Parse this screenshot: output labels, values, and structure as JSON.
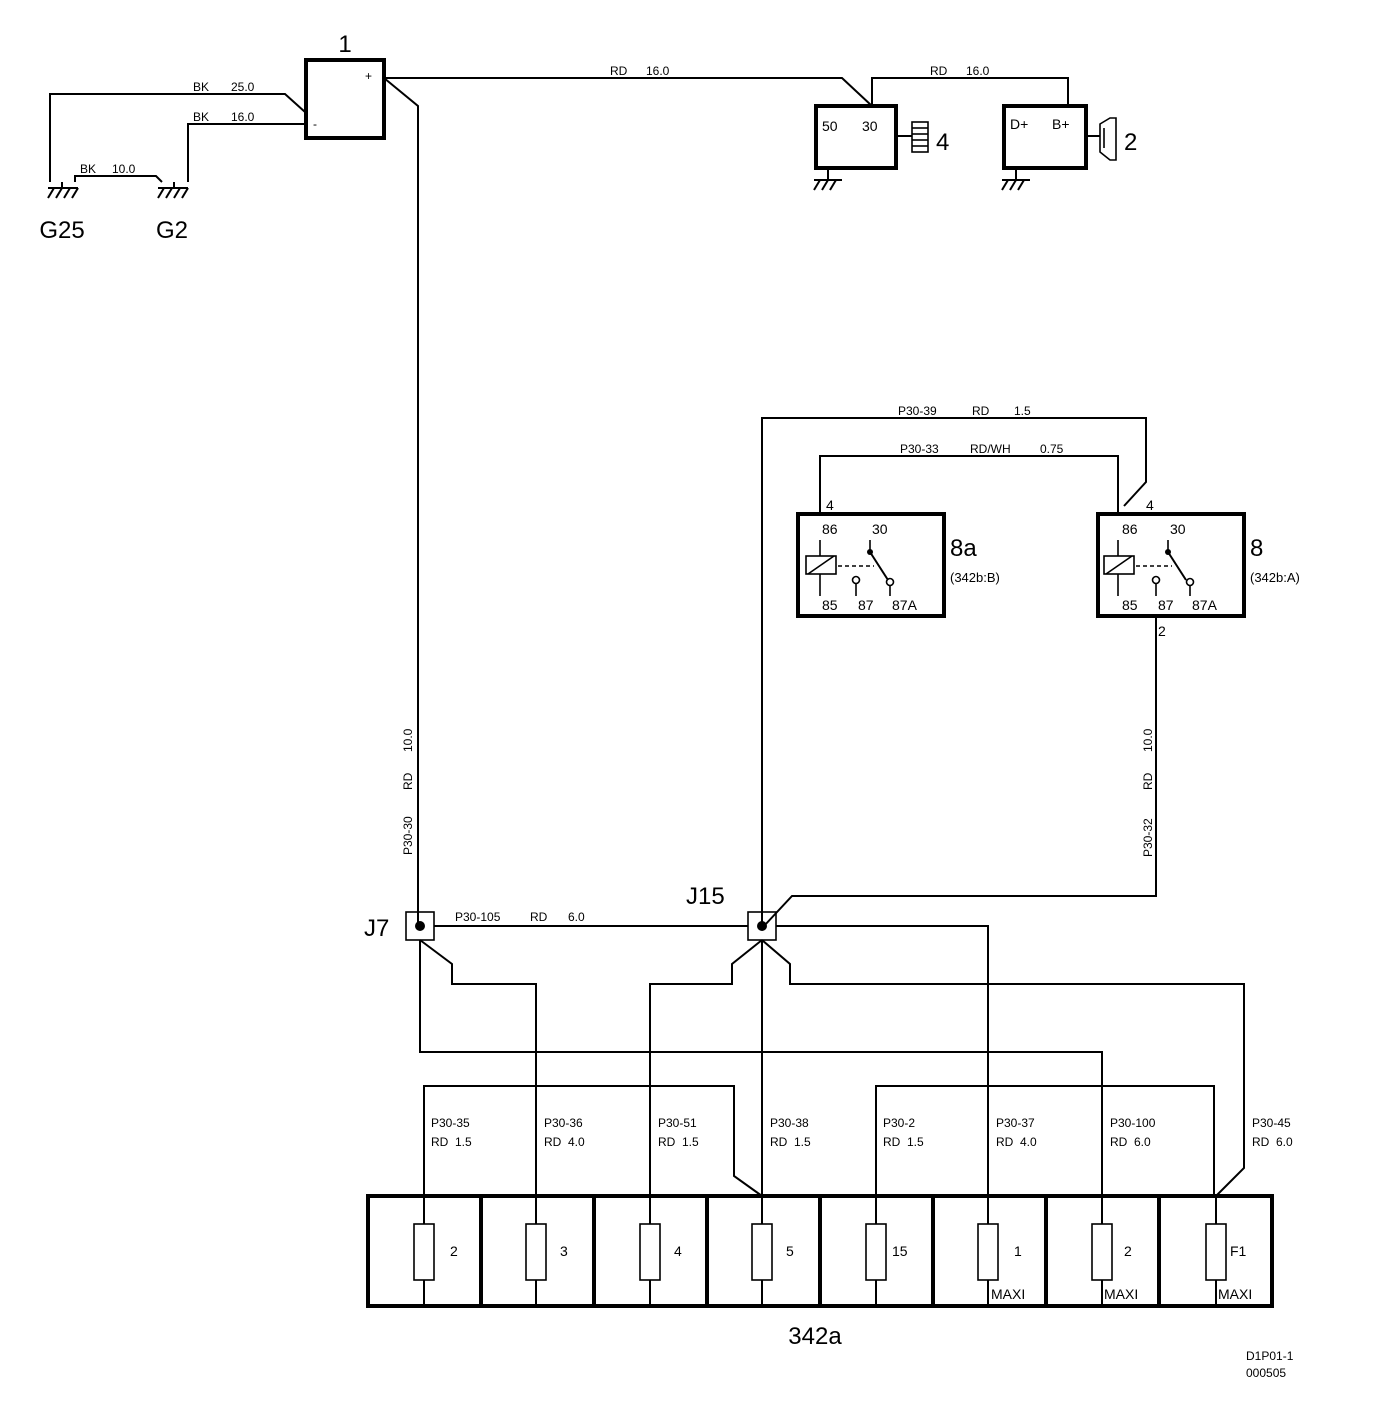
{
  "components": {
    "battery": {
      "id": "1",
      "plus": "+",
      "minus": "-"
    },
    "starter": {
      "id": "4",
      "pin50": "50",
      "pin30": "30"
    },
    "alternator": {
      "id": "2",
      "pinD": "D+",
      "pinB": "B+"
    },
    "grounds": {
      "g25": "G25",
      "g2": "G2"
    },
    "relay_8a": {
      "id": "8a",
      "ref": "(342b:B)",
      "pins": [
        "86",
        "30",
        "85",
        "87",
        "87A"
      ],
      "conn": "4"
    },
    "relay_8": {
      "id": "8",
      "ref": "(342b:A)",
      "pins": [
        "86",
        "30",
        "85",
        "87",
        "87A"
      ],
      "conn_top": "4",
      "conn_bottom": "2"
    },
    "junction_j7": "J7",
    "junction_j15": "J15",
    "fusebox": {
      "id": "342a",
      "fuses": [
        {
          "num": "2",
          "type": ""
        },
        {
          "num": "3",
          "type": ""
        },
        {
          "num": "4",
          "type": ""
        },
        {
          "num": "5",
          "type": ""
        },
        {
          "num": "15",
          "type": ""
        },
        {
          "num": "1",
          "type": "MAXI"
        },
        {
          "num": "2",
          "type": "MAXI"
        },
        {
          "num": "F1",
          "type": "MAXI"
        }
      ]
    }
  },
  "wires": {
    "bat_g25": {
      "color": "BK",
      "size": "25.0"
    },
    "bat_g2": {
      "color": "BK",
      "size": "16.0"
    },
    "g25_g2": {
      "color": "BK",
      "size": "10.0"
    },
    "bat_starter": {
      "color": "RD",
      "size": "16.0"
    },
    "starter_alt": {
      "color": "RD",
      "size": "16.0"
    },
    "p30_39": {
      "code": "P30-39",
      "color": "RD",
      "size": "1.5"
    },
    "p30_33": {
      "code": "P30-33",
      "color": "RD/WH",
      "size": "0.75"
    },
    "p30_30": {
      "code": "P30-30",
      "color": "RD",
      "size": "10.0"
    },
    "p30_32": {
      "code": "P30-32",
      "color": "RD",
      "size": "10.0"
    },
    "p30_105": {
      "code": "P30-105",
      "color": "RD",
      "size": "6.0"
    },
    "fuse_feeds": [
      {
        "code": "P30-35",
        "spec": "RD  1.5"
      },
      {
        "code": "P30-36",
        "spec": "RD  4.0"
      },
      {
        "code": "P30-51",
        "spec": "RD  1.5"
      },
      {
        "code": "P30-38",
        "spec": "RD  1.5"
      },
      {
        "code": "P30-2",
        "spec": "RD  1.5"
      },
      {
        "code": "P30-37",
        "spec": "RD  4.0"
      },
      {
        "code": "P30-100",
        "spec": "RD  6.0"
      },
      {
        "code": "P30-45",
        "spec": "RD  6.0"
      }
    ]
  },
  "footer": {
    "code": "D1P01-1",
    "date": "000505"
  }
}
